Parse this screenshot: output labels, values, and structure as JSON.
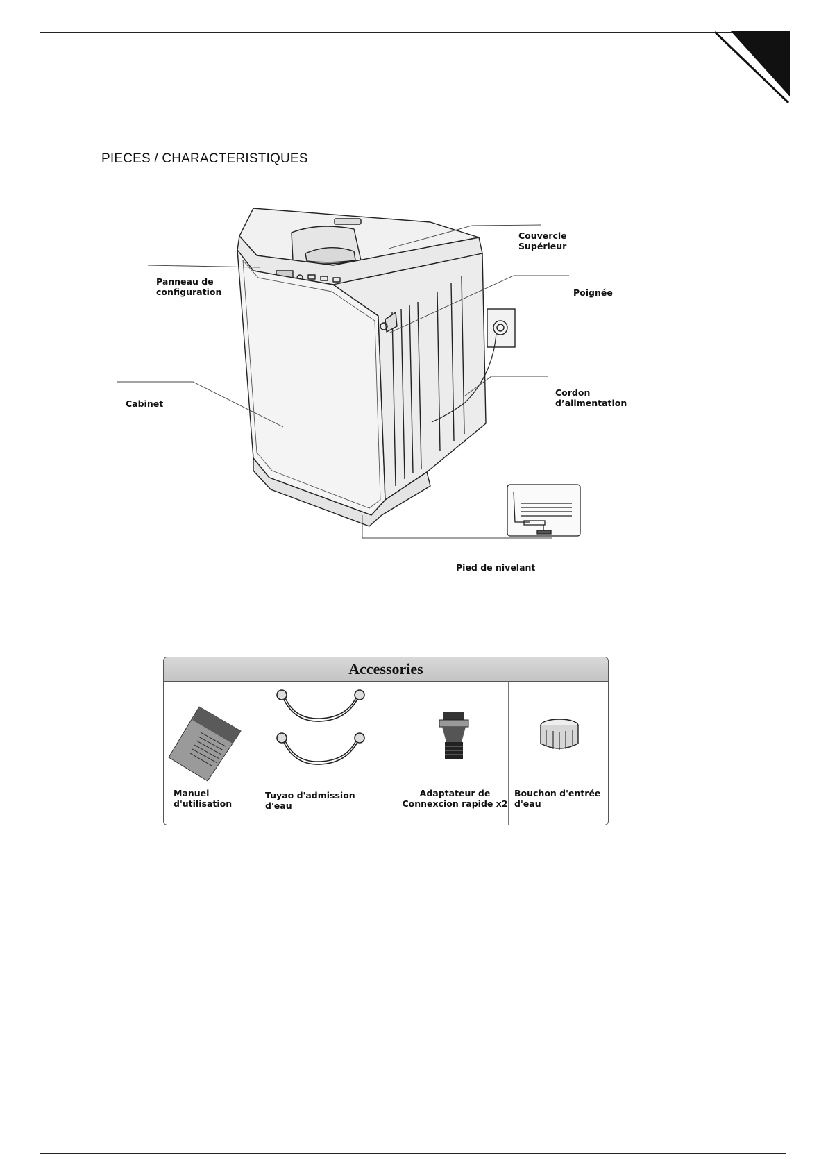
{
  "section": {
    "title": "PIECES / CHARACTERISTIQUES"
  },
  "diagram": {
    "callouts": {
      "lid": [
        "Couvercle",
        "Supérieur"
      ],
      "panel": [
        "Panneau de",
        "configuration"
      ],
      "handle": [
        "Poignée"
      ],
      "cord": [
        "Cordon",
        "d’alimentation"
      ],
      "cabinet": [
        "Cabinet"
      ],
      "foot": [
        "Pied de nivelant"
      ]
    }
  },
  "accessories": {
    "title": "Accessories",
    "items": [
      {
        "icon": "manual-icon",
        "label": [
          "Manuel",
          "d'utilisation"
        ]
      },
      {
        "icon": "hose-icon",
        "label": [
          "Tuyao d'admission",
          "d'eau"
        ]
      },
      {
        "icon": "adapter-icon",
        "label": [
          "Adaptateur de",
          "Connexcion rapide x2"
        ]
      },
      {
        "icon": "cap-icon",
        "label": [
          "Bouchon d'entrée",
          "d'eau"
        ]
      }
    ]
  },
  "colors": {
    "line": "#222222",
    "header_bg": "#cfcfcf",
    "machine_fill": "#f4f4f4"
  }
}
